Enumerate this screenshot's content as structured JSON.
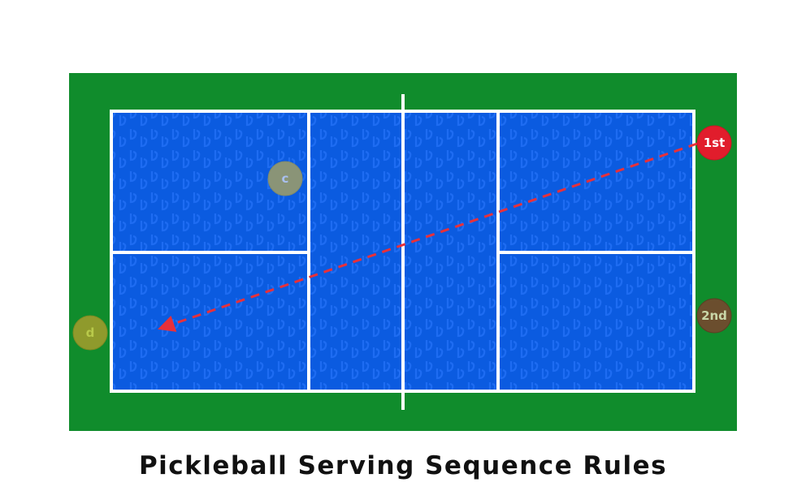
{
  "diagram": {
    "caption": "Pickleball Serving Sequence Rules",
    "colors": {
      "surround": "#108c2c",
      "court": "#0b5be0",
      "court_pattern": "#1c6af0",
      "lines": "#ffffff",
      "serve_path": "#e8303a"
    },
    "players": [
      {
        "id": "first-server",
        "label": "1st",
        "color": "#e11d2c",
        "text_color": "#ffffff"
      },
      {
        "id": "second-server",
        "label": "2nd",
        "color": "#6b4e2e",
        "text_color": "#c9d6a8"
      },
      {
        "id": "player-c",
        "label": "c",
        "color": "#8a9477",
        "text_color": "#a9c0f0"
      },
      {
        "id": "player-d",
        "label": "d",
        "color": "#8f9a2c",
        "text_color": "#b8c94a"
      }
    ],
    "serve_path": {
      "from": "first-server",
      "to": "receiving-service-box",
      "style": "dashed-arrow"
    }
  }
}
